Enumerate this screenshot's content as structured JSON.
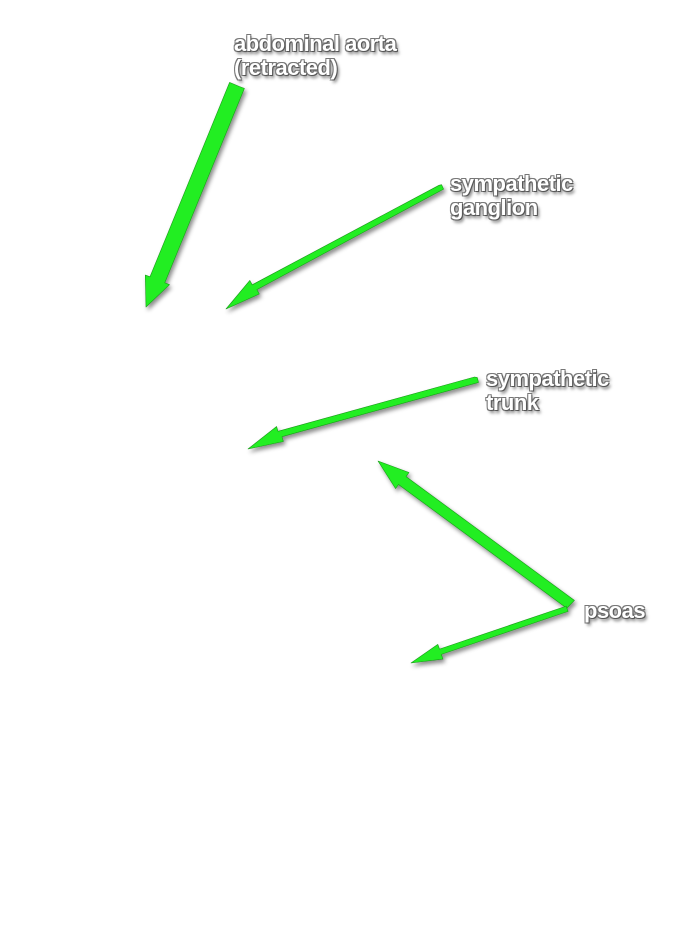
{
  "labels": {
    "aorta": {
      "line1": "abdominal aorta",
      "line2": "(retracted)"
    },
    "ganglion": {
      "line1": "sympathetic",
      "line2": "ganglion"
    },
    "trunk": {
      "line1": "sympathetic",
      "line2": "trunk"
    },
    "psoas": {
      "line1": "psoas"
    }
  },
  "colors": {
    "background": "#ffffff",
    "arrow": "#22ee22",
    "label_text": "#ffffff"
  }
}
